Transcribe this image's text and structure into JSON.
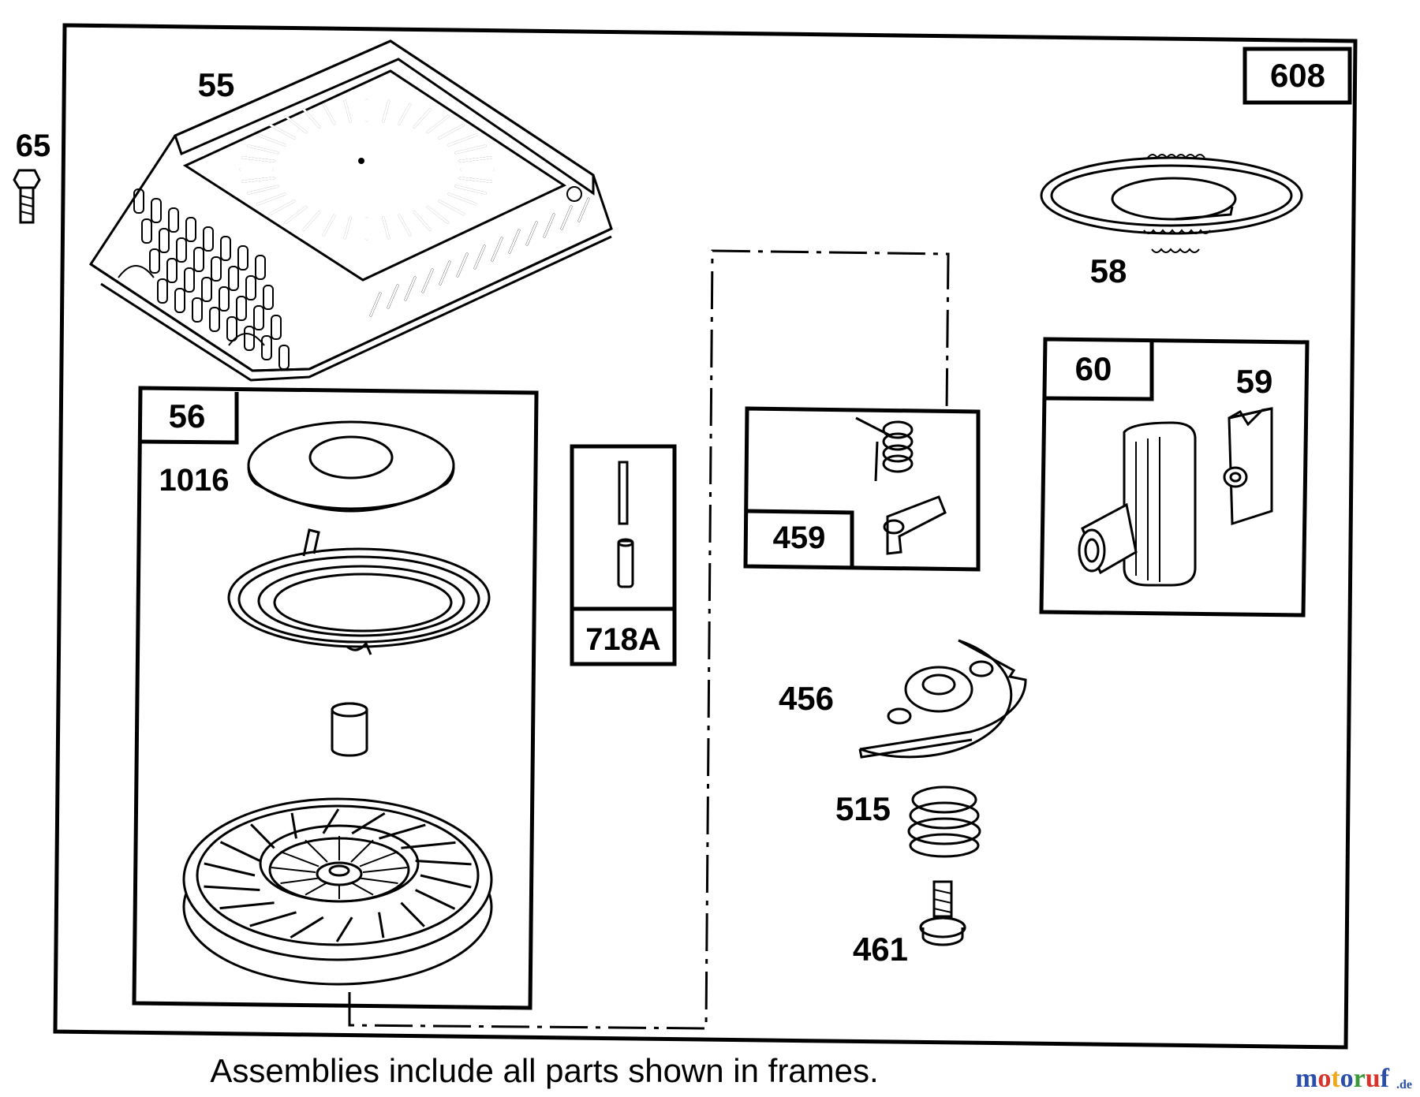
{
  "labels": {
    "p55": "55",
    "p65": "65",
    "p608": "608",
    "p58": "58",
    "p56": "56",
    "p1016": "1016",
    "p718a": "718A",
    "p459": "459",
    "p60": "60",
    "p59": "59",
    "p456": "456",
    "p515": "515",
    "p461": "461"
  },
  "caption": "Assemblies include all parts shown in frames.",
  "watermark": {
    "main": "motoruf",
    "suffix": ".de",
    "colors": [
      "#2b4fa8",
      "#d9342b",
      "#f0a81a",
      "#2b4fa8",
      "#3a9a3a",
      "#d9342b",
      "#2b4fa8"
    ]
  }
}
